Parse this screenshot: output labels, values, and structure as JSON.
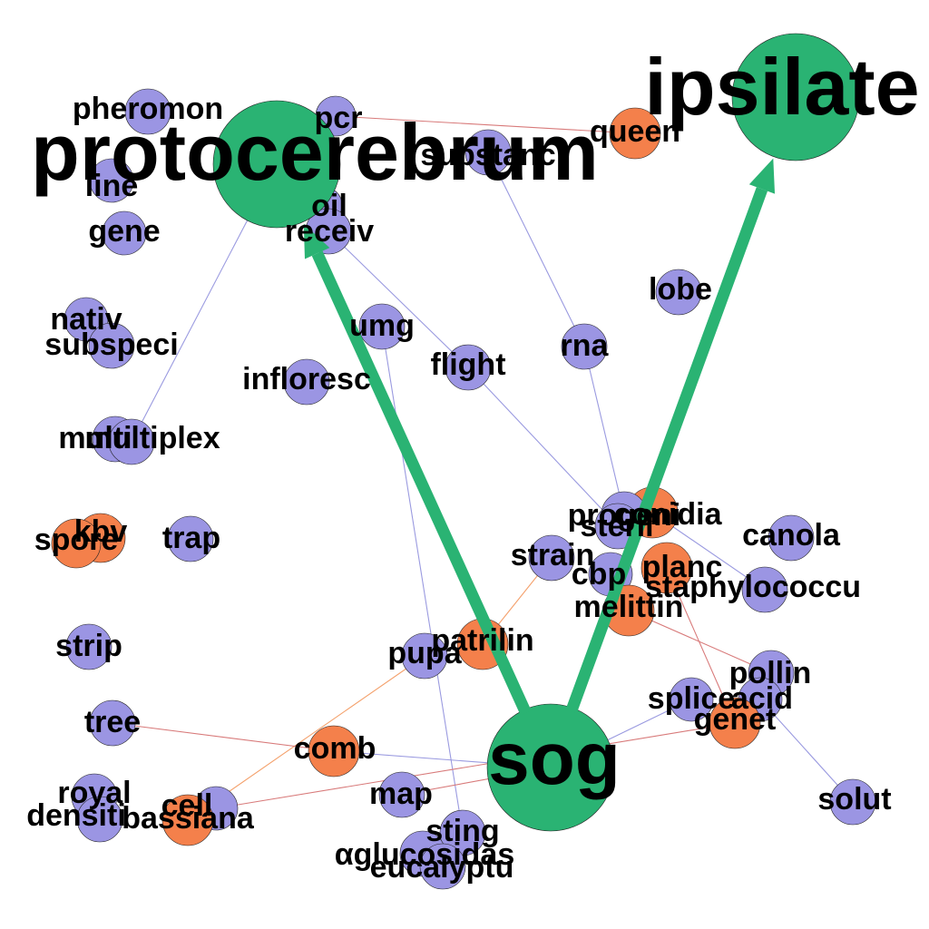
{
  "colors": {
    "background": "#ffffff",
    "hub": "#2ab373",
    "blue_node": "#9b95e3",
    "orange_node": "#f4804b",
    "edge_blue": "#9a9ae0",
    "edge_red": "#d87a7a",
    "edge_orange": "#f4a06b",
    "arrow": "#2ab373",
    "label": "#000000"
  },
  "nodes": [
    {
      "id": "protocerebrum",
      "label": "protocerebrum",
      "kind": "hub"
    },
    {
      "id": "ipsilate",
      "label": "ipsilate",
      "kind": "hub"
    },
    {
      "id": "sog",
      "label": "sog",
      "kind": "hub"
    },
    {
      "id": "pheromon",
      "label": "pheromon",
      "kind": "blue"
    },
    {
      "id": "pcr",
      "label": "pcr",
      "kind": "blue"
    },
    {
      "id": "queen",
      "label": "queen",
      "kind": "orange"
    },
    {
      "id": "substanc",
      "label": "substanc",
      "kind": "blue"
    },
    {
      "id": "line",
      "label": "line",
      "kind": "blue"
    },
    {
      "id": "gene",
      "label": "gene",
      "kind": "blue"
    },
    {
      "id": "oil",
      "label": "oil",
      "kind": "blue"
    },
    {
      "id": "receiv",
      "label": "receiv",
      "kind": "blue"
    },
    {
      "id": "lobe",
      "label": "lobe",
      "kind": "blue"
    },
    {
      "id": "nativ",
      "label": "nativ",
      "kind": "blue"
    },
    {
      "id": "subspeci",
      "label": "subspeci",
      "kind": "blue"
    },
    {
      "id": "umg",
      "label": "umg",
      "kind": "blue"
    },
    {
      "id": "rna",
      "label": "rna",
      "kind": "blue"
    },
    {
      "id": "flight",
      "label": "flight",
      "kind": "blue"
    },
    {
      "id": "infloresc",
      "label": "infloresc",
      "kind": "blue"
    },
    {
      "id": "multi",
      "label": "multi",
      "kind": "blue"
    },
    {
      "id": "multiplex",
      "label": "multiplex",
      "kind": "blue"
    },
    {
      "id": "kbv",
      "label": "kbv",
      "kind": "orange"
    },
    {
      "id": "spore",
      "label": "spore",
      "kind": "orange"
    },
    {
      "id": "trap",
      "label": "trap",
      "kind": "blue"
    },
    {
      "id": "conidia",
      "label": "conidia",
      "kind": "orange"
    },
    {
      "id": "progeni",
      "label": "progeni",
      "kind": "blue"
    },
    {
      "id": "steril",
      "label": "steril",
      "kind": "blue"
    },
    {
      "id": "canola",
      "label": "canola",
      "kind": "blue"
    },
    {
      "id": "strain",
      "label": "strain",
      "kind": "blue"
    },
    {
      "id": "planc",
      "label": "planc",
      "kind": "orange"
    },
    {
      "id": "cbp",
      "label": "cbp",
      "kind": "blue"
    },
    {
      "id": "staphylococcu",
      "label": "staphylococcu",
      "kind": "blue"
    },
    {
      "id": "melittin",
      "label": "melittin",
      "kind": "orange"
    },
    {
      "id": "strip",
      "label": "strip",
      "kind": "blue"
    },
    {
      "id": "patrilin",
      "label": "patrilin",
      "kind": "orange"
    },
    {
      "id": "pupa",
      "label": "pupa",
      "kind": "blue"
    },
    {
      "id": "pollin",
      "label": "pollin",
      "kind": "blue"
    },
    {
      "id": "splice",
      "label": "splice",
      "kind": "blue"
    },
    {
      "id": "acid",
      "label": "acid",
      "kind": "blue"
    },
    {
      "id": "genet",
      "label": "genet",
      "kind": "orange"
    },
    {
      "id": "tree",
      "label": "tree",
      "kind": "blue"
    },
    {
      "id": "comb",
      "label": "comb",
      "kind": "orange"
    },
    {
      "id": "royal",
      "label": "royal",
      "kind": "blue"
    },
    {
      "id": "densiti",
      "label": "densiti",
      "kind": "blue"
    },
    {
      "id": "cell",
      "label": "cell",
      "kind": "blue"
    },
    {
      "id": "bassiana",
      "label": "bassiana",
      "kind": "orange"
    },
    {
      "id": "map",
      "label": "map",
      "kind": "blue"
    },
    {
      "id": "solut",
      "label": "solut",
      "kind": "blue"
    },
    {
      "id": "sting",
      "label": "sting",
      "kind": "blue"
    },
    {
      "id": "aglucosidas",
      "label": "αglucosidas",
      "kind": "blue"
    },
    {
      "id": "eucalyptu",
      "label": "eucalyptu",
      "kind": "blue"
    }
  ],
  "edges": [
    {
      "from": "sog",
      "to": "protocerebrum",
      "kind": "arrow"
    },
    {
      "from": "sog",
      "to": "ipsilate",
      "kind": "arrow"
    },
    {
      "from": "pcr",
      "to": "queen",
      "kind": "red"
    },
    {
      "from": "substanc",
      "to": "rna",
      "kind": "blue"
    },
    {
      "from": "protocerebrum",
      "to": "multiplex",
      "kind": "blue"
    },
    {
      "from": "receiv",
      "to": "flight",
      "kind": "blue"
    },
    {
      "from": "flight",
      "to": "steril",
      "kind": "blue"
    },
    {
      "from": "umg",
      "to": "sting",
      "kind": "blue"
    },
    {
      "from": "rna",
      "to": "progeni",
      "kind": "blue"
    },
    {
      "from": "conidia",
      "to": "staphylococcu",
      "kind": "blue"
    },
    {
      "from": "planc",
      "to": "genet",
      "kind": "red"
    },
    {
      "from": "strain",
      "to": "patrilin",
      "kind": "orange"
    },
    {
      "from": "pupa",
      "to": "bassiana",
      "kind": "orange"
    },
    {
      "from": "tree",
      "to": "comb",
      "kind": "red"
    },
    {
      "from": "comb",
      "to": "sog",
      "kind": "blue"
    },
    {
      "from": "cell",
      "to": "genet",
      "kind": "red"
    },
    {
      "from": "sog",
      "to": "splice",
      "kind": "blue"
    },
    {
      "from": "acid",
      "to": "solut",
      "kind": "blue"
    },
    {
      "from": "melittin",
      "to": "pollin",
      "kind": "red"
    },
    {
      "from": "map",
      "to": "sog",
      "kind": "red"
    }
  ]
}
